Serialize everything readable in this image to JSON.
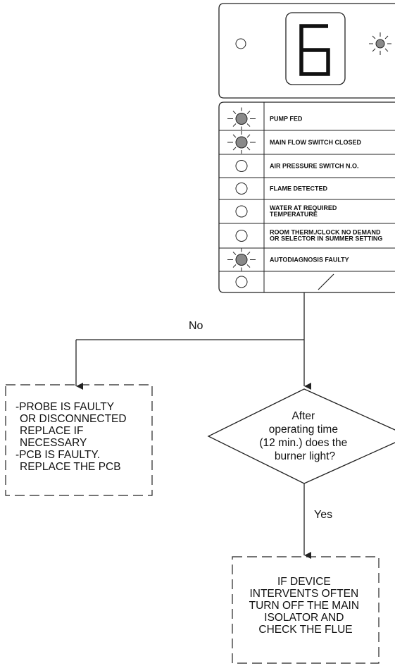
{
  "display": {
    "digit": "6"
  },
  "panel": {
    "rows": [
      {
        "label": [
          "PUMP FED"
        ],
        "led_state": "lit"
      },
      {
        "label": [
          "MAIN FLOW SWITCH CLOSED"
        ],
        "led_state": "lit"
      },
      {
        "label": [
          "AIR PRESSURE SWITCH N.O."
        ],
        "led_state": "off"
      },
      {
        "label": [
          "FLAME DETECTED"
        ],
        "led_state": "off"
      },
      {
        "label": [
          "WATER AT REQUIRED",
          "TEMPERATURE"
        ],
        "led_state": "off"
      },
      {
        "label": [
          "ROOM THERM./CLOCK NO DEMAND",
          "OR SELECTOR IN SUMMER SETTING"
        ],
        "led_state": "off"
      },
      {
        "label": [
          "AUTODIAGNOSIS FAULTY"
        ],
        "led_state": "lit"
      },
      {
        "label": [],
        "led_state": "off",
        "slash": true
      }
    ]
  },
  "flow": {
    "no_label": "No",
    "yes_label": "Yes",
    "decision": [
      "After",
      "operating time",
      "(12 min.) does the",
      "burner light?"
    ],
    "no_box": [
      "-PROBE IS FAULTY",
      "OR DISCONNECTED",
      "REPLACE IF",
      "NECESSARY",
      "-PCB IS FAULTY.",
      "REPLACE THE PCB"
    ],
    "yes_box": [
      "IF DEVICE",
      "INTERVENTS OFTEN",
      "TURN OFF THE MAIN",
      "ISOLATOR AND",
      "CHECK THE FLUE"
    ]
  },
  "colors": {
    "ink": "#222222",
    "led_lit": "#8a8a8a"
  }
}
